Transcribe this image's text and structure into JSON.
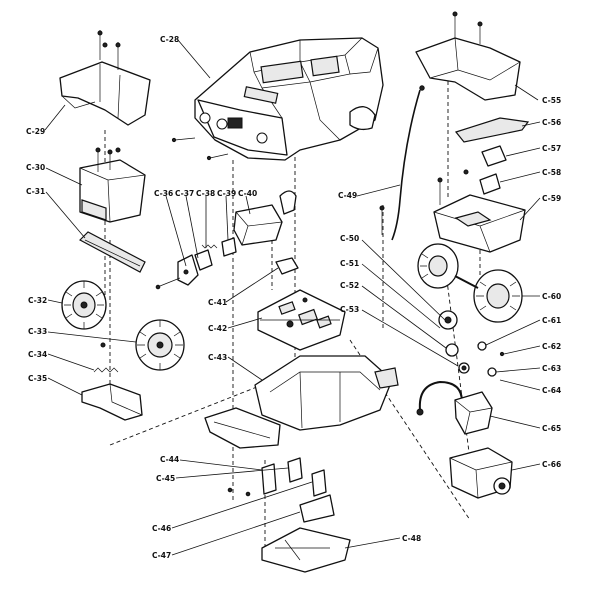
{
  "diagram": {
    "callouts": [
      {
        "id": "c28",
        "text": "C-28"
      },
      {
        "id": "c29",
        "text": "C-29"
      },
      {
        "id": "c30",
        "text": "C-30"
      },
      {
        "id": "c31",
        "text": "C-31"
      },
      {
        "id": "c32",
        "text": "C-32"
      },
      {
        "id": "c33",
        "text": "C-33"
      },
      {
        "id": "c34",
        "text": "C-34"
      },
      {
        "id": "c35",
        "text": "C-35"
      },
      {
        "id": "c36",
        "text": "C-36"
      },
      {
        "id": "c37",
        "text": "C-37"
      },
      {
        "id": "c38",
        "text": "C-38"
      },
      {
        "id": "c39",
        "text": "C-39"
      },
      {
        "id": "c40",
        "text": "C-40"
      },
      {
        "id": "c41",
        "text": "C-41"
      },
      {
        "id": "c42",
        "text": "C-42"
      },
      {
        "id": "c43",
        "text": "C-43"
      },
      {
        "id": "c44",
        "text": "C-44"
      },
      {
        "id": "c45",
        "text": "C-45"
      },
      {
        "id": "c46",
        "text": "C-46"
      },
      {
        "id": "c47",
        "text": "C-47"
      },
      {
        "id": "c48",
        "text": "C-48"
      },
      {
        "id": "c49",
        "text": "C-49"
      },
      {
        "id": "c50",
        "text": "C-50"
      },
      {
        "id": "c51",
        "text": "C-51"
      },
      {
        "id": "c52",
        "text": "C-52"
      },
      {
        "id": "c53",
        "text": "C-53"
      },
      {
        "id": "c55",
        "text": "C-55"
      },
      {
        "id": "c56",
        "text": "C-56"
      },
      {
        "id": "c57",
        "text": "C-57"
      },
      {
        "id": "c58",
        "text": "C-58"
      },
      {
        "id": "c59",
        "text": "C-59"
      },
      {
        "id": "c60",
        "text": "C-60"
      },
      {
        "id": "c61",
        "text": "C-61"
      },
      {
        "id": "c62",
        "text": "C-62"
      },
      {
        "id": "c63",
        "text": "C-63"
      },
      {
        "id": "c64",
        "text": "C-64"
      },
      {
        "id": "c65",
        "text": "C-65"
      },
      {
        "id": "c66",
        "text": "C-66"
      }
    ]
  }
}
